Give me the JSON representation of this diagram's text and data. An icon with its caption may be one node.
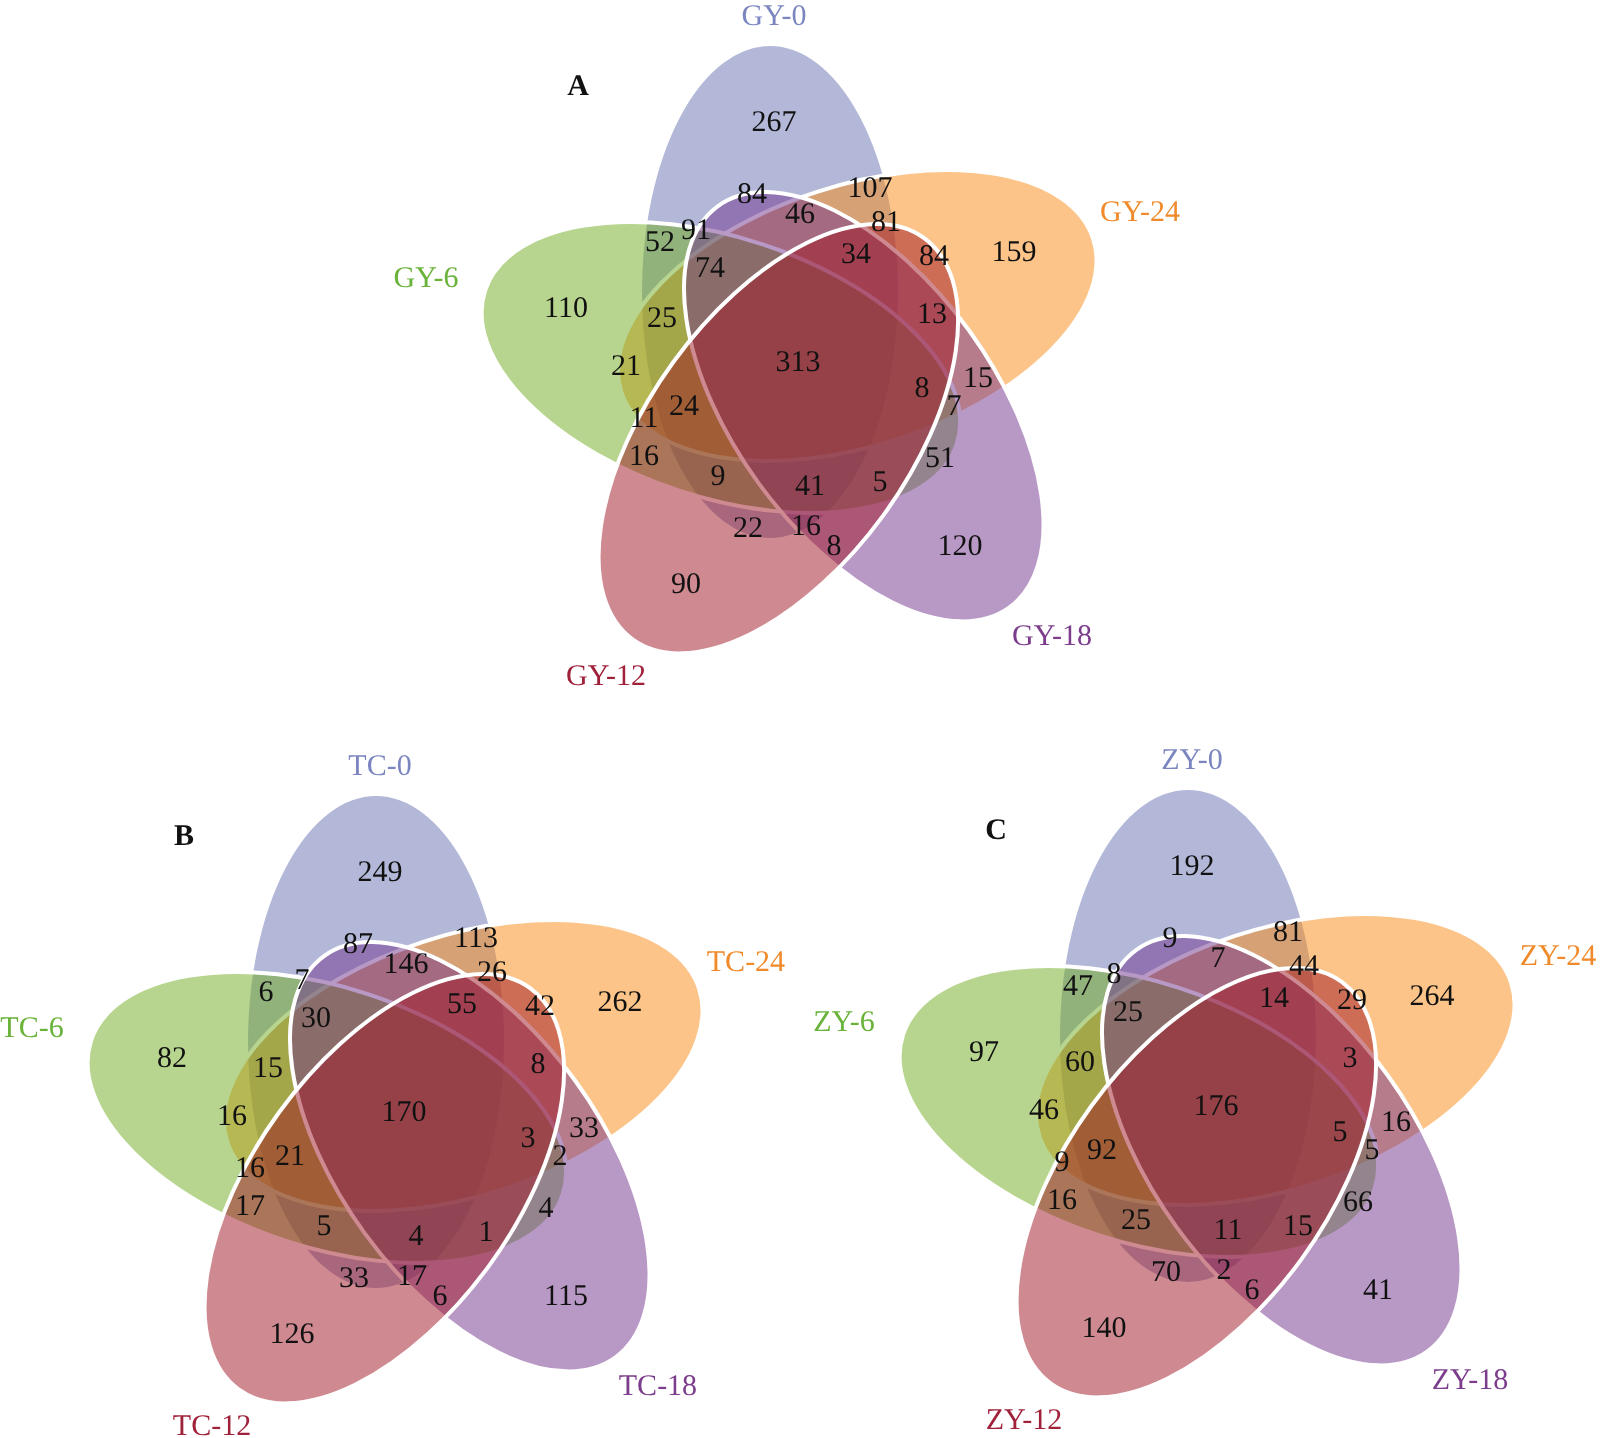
{
  "diagram": {
    "nodes": [
      {
        "text": [
          "GY-0"
        ]
      },
      {
        "text": [
          "GY-24"
        ]
      },
      {
        "text": [
          "GY-6"
        ]
      },
      {
        "text": [
          "GY-18"
        ]
      },
      {
        "text": [
          "GY-12"
        ]
      },
      {
        "text": [
          "TC-0"
        ]
      },
      {
        "text": [
          "TC-24"
        ]
      },
      {
        "text": [
          "TC-6"
        ]
      },
      {
        "text": [
          "TC-18"
        ]
      },
      {
        "text": [
          "TC-12"
        ]
      },
      {
        "text": [
          "ZY-0"
        ]
      },
      {
        "text": [
          "ZY-24"
        ]
      },
      {
        "text": [
          "ZY-6"
        ]
      },
      {
        "text": [
          "ZY-18"
        ]
      },
      {
        "text": [
          "ZY-12"
        ]
      }
    ],
    "labels": [
      "A",
      "267",
      "84",
      "107",
      "46",
      "81",
      "52",
      "91",
      "34",
      "84",
      "159",
      "74",
      "110",
      "25",
      "13",
      "21",
      "313",
      "15",
      "8",
      "24",
      "11",
      "7",
      "16",
      "51",
      "9",
      "41",
      "5",
      "22",
      "16",
      "8",
      "120",
      "90",
      "B",
      "249",
      "87",
      "113",
      "146",
      "26",
      "6",
      "7",
      "55",
      "42",
      "262",
      "30",
      "82",
      "15",
      "8",
      "16",
      "170",
      "33",
      "3",
      "21",
      "16",
      "2",
      "17",
      "4",
      "5",
      "4",
      "1",
      "33",
      "17",
      "6",
      "115",
      "126",
      "C",
      "192",
      "9",
      "81",
      "7",
      "44",
      "47",
      "8",
      "14",
      "29",
      "264",
      "25",
      "97",
      "60",
      "3",
      "46",
      "176",
      "16",
      "5",
      "92",
      "9",
      "5",
      "16",
      "66",
      "25",
      "11",
      "15",
      "70",
      "2",
      "6",
      "41",
      "140"
    ]
  }
}
